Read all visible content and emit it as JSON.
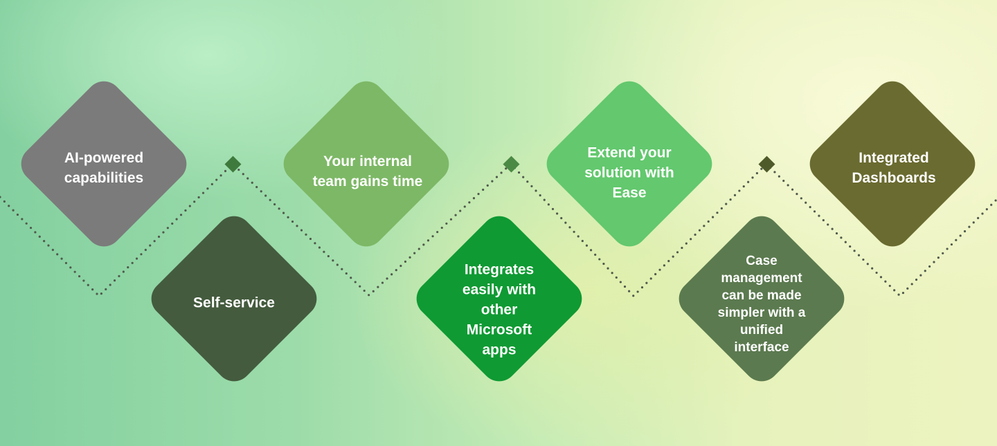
{
  "colors": {
    "dots": "#4f5a4c",
    "marker": "#3f7a3d",
    "marker_dark": "#4e5a2a"
  },
  "cards": [
    {
      "label": "AI-powered capabilities",
      "color": "#7b7b7b"
    },
    {
      "label": "Self-service",
      "color": "#445b3e"
    },
    {
      "label": "Your internal team gains time",
      "color": "#7db866"
    },
    {
      "label": "Integrates easily with other Microsoft apps",
      "color": "#0f9a33"
    },
    {
      "label": "Extend your solution with Ease",
      "color": "#63c86e"
    },
    {
      "label": "Case management can be made simpler with a unified interface",
      "color": "#5b7a4f"
    },
    {
      "label": "Integrated Dashboards",
      "color": "#6a6b30"
    }
  ]
}
